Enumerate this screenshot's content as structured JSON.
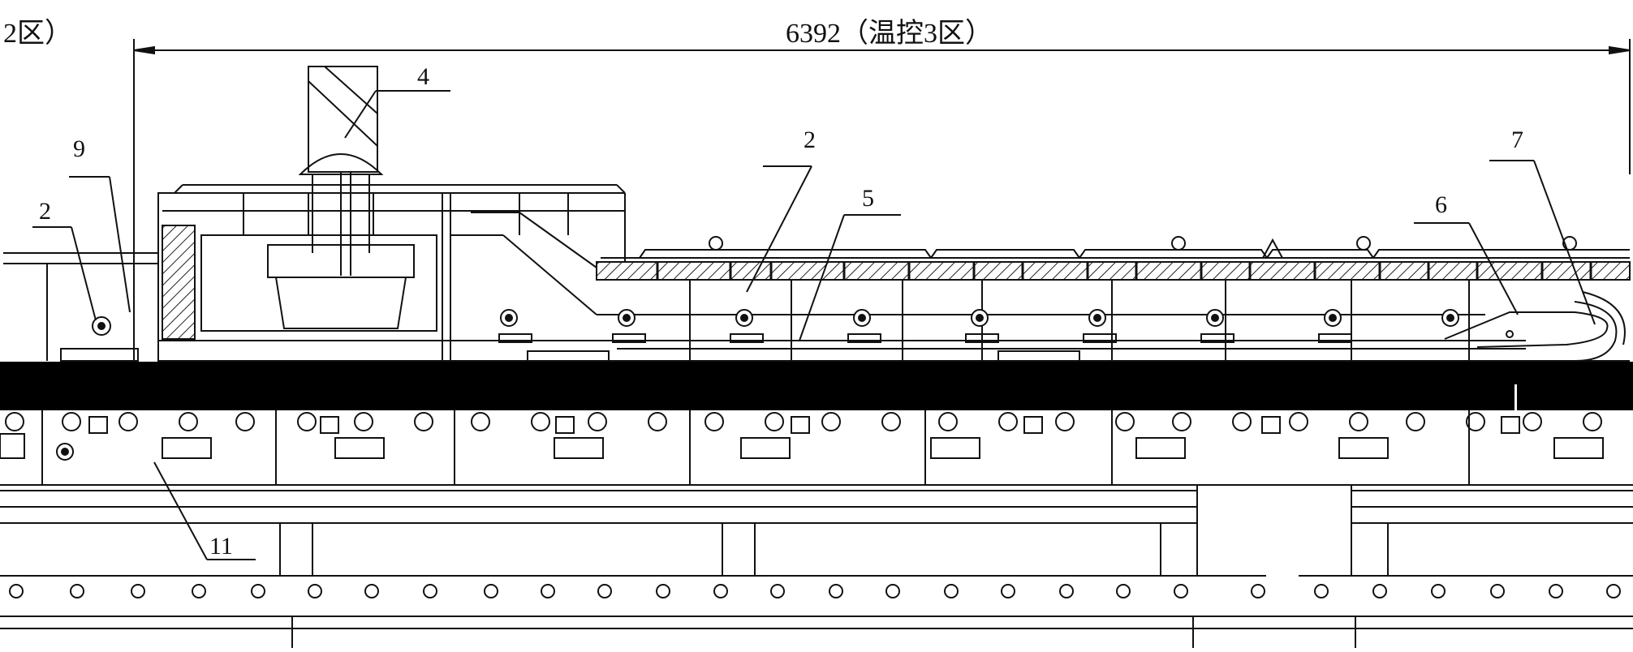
{
  "dimension": {
    "left_fragment": "2区）",
    "value": "6392（温控3区）"
  },
  "part_labels": {
    "label_4": "4",
    "label_9": "9",
    "label_2_left": "2",
    "label_2_center": "2",
    "label_5": "5",
    "label_7": "7",
    "label_6": "6",
    "label_11": "11"
  }
}
